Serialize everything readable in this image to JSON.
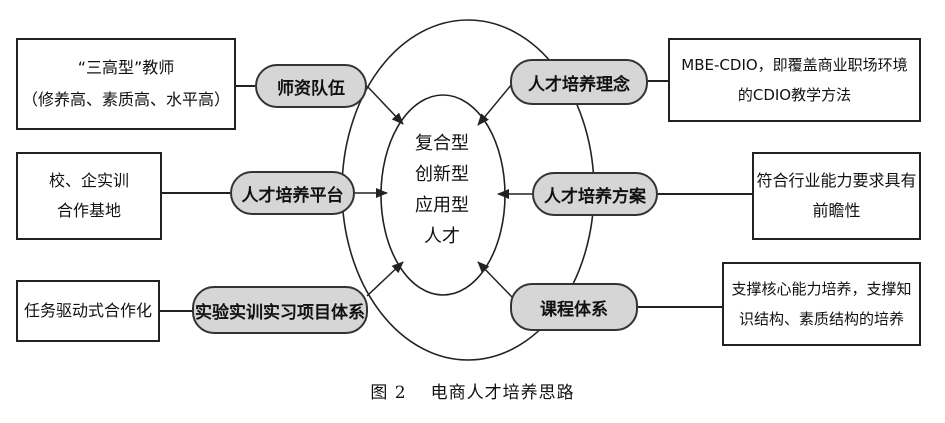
{
  "center": {
    "lines": [
      "复合型",
      "创新型",
      "应用型",
      "人才"
    ]
  },
  "left": [
    {
      "pill": "师资队伍",
      "box": [
        "“三高型”教师",
        "（修养高、素质高、水平高）"
      ]
    },
    {
      "pill": "人才培养平台",
      "box": [
        "校、企实训",
        "合作基地"
      ]
    },
    {
      "pill": "实验实训实习项目体系",
      "box": [
        "任务驱动式合作化"
      ]
    }
  ],
  "right": [
    {
      "pill": "人才培养理念",
      "box": [
        "MBE-CDIO，即覆盖商业职场环境",
        "的CDIO教学方法"
      ]
    },
    {
      "pill": "人才培养方案",
      "box": [
        "符合行业能力要求具有",
        "前瞻性"
      ]
    },
    {
      "pill": "课程体系",
      "box": [
        "支撑核心能力培养，支撑知",
        "识结构、素质结构的培养"
      ]
    }
  ],
  "caption": {
    "figure": "图 2",
    "title": "电商人才培养思路"
  }
}
